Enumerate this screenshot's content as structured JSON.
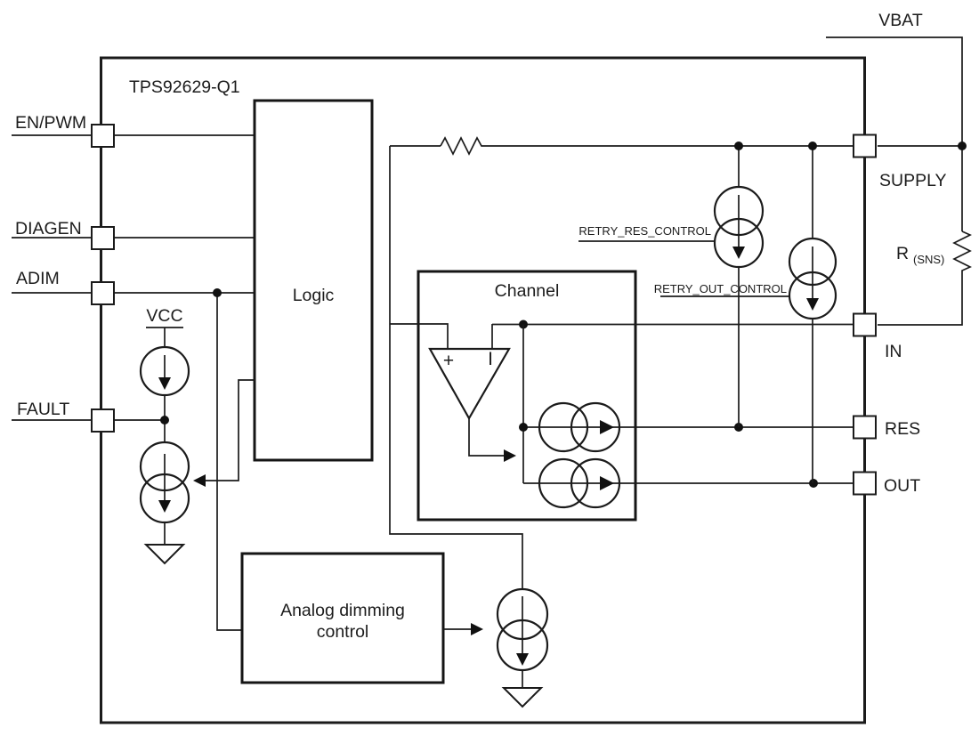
{
  "diagram_title": "TPS92629-Q1",
  "colors": {
    "background": "#ffffff",
    "line": "#1b1b1b"
  },
  "pins": {
    "left": [
      {
        "id": "en_pwm",
        "label": "EN/PWM"
      },
      {
        "id": "diagen",
        "label": "DIAGEN"
      },
      {
        "id": "adim",
        "label": "ADIM"
      },
      {
        "id": "fault",
        "label": "FAULT"
      }
    ],
    "right": [
      {
        "id": "supply",
        "label": "SUPPLY"
      },
      {
        "id": "in",
        "label": "IN"
      },
      {
        "id": "res",
        "label": "RES"
      },
      {
        "id": "out",
        "label": "OUT"
      }
    ]
  },
  "power": {
    "vbat": "VBAT",
    "vcc": "VCC"
  },
  "blocks": {
    "logic": "Logic",
    "channel": "Channel",
    "analog_dimming": {
      "line1": "Analog dimming",
      "line2": "control"
    }
  },
  "control_signals": {
    "retry_res": "RETRY_RES_CONTROL",
    "retry_out": "RETRY_OUT_CONTROL"
  },
  "external_components": {
    "sense_resistor": {
      "name": "R",
      "subscript": "(SNS)"
    }
  },
  "opamp": {
    "noninverting_label": "+",
    "inverting_label": "I"
  }
}
